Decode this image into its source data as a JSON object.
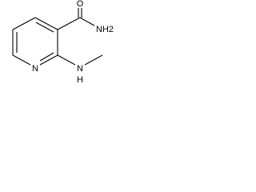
{
  "molecule": {
    "atoms": {
      "carbonyl_oxygen": "O",
      "amide_nitrogen": "NH2",
      "ring_nitrogen": "N",
      "amine_nitrogen": "N",
      "amine_hydrogen": "H"
    }
  }
}
